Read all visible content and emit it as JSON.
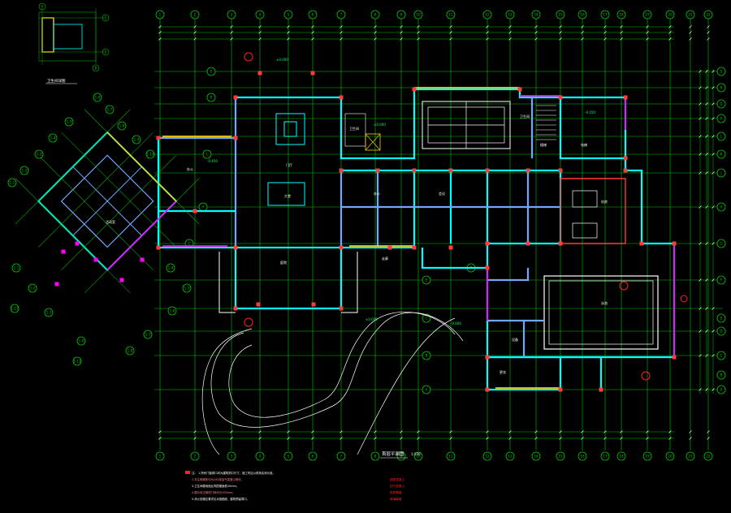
{
  "drawing": {
    "colors": {
      "background": "#000000",
      "grid": "#00c800",
      "wall": "#00ffff",
      "wall_alt": "#6fa8ff",
      "dim": "#ffffff",
      "column": "#ff3b3b",
      "accent": "#ffd000",
      "magenta": "#ff00ff",
      "note_red": "#ff2020"
    },
    "col_axes": [
      "1",
      "2",
      "3",
      "4",
      "5",
      "6",
      "7",
      "8",
      "9",
      "10",
      "11",
      "12",
      "13",
      "14",
      "15",
      "16",
      "17",
      "18",
      "19",
      "20",
      "21",
      "22"
    ],
    "row_axes": [
      "S",
      "R",
      "Q",
      "P",
      "L",
      "K",
      "J",
      "H",
      "G",
      "F",
      "E",
      "D",
      "C",
      "B",
      "A"
    ],
    "diag_axes": [
      "1-1",
      "1-2",
      "1-3",
      "1-4",
      "1-5",
      "1-6",
      "1-7",
      "1-8",
      "1-9",
      "1-10",
      "1-11",
      "1-12"
    ],
    "detail_axes": [
      "A",
      "B",
      "1",
      "2"
    ],
    "title": "首层平面图",
    "scale": "1:100",
    "notes_heading": "注:",
    "notes": [
      "1.所有门窗洞口均为建筑洞口尺寸，施工时应以现场实测为准。",
      "2.未注明墙体均为200厚加气混凝土砌块。",
      "3.卫生间楼地面比同层楼面低20mm。",
      "4.图中未注明的门垛均为100mm。",
      "5.消火栓箱位置详见水施图纸，建筑预留洞口。"
    ],
    "legend": [
      "钢筋混凝土",
      "加气混凝土",
      "轻质隔墙",
      "玻璃幕墙"
    ],
    "detail_caption": "卫生间详图",
    "room_labels": [
      "门厅",
      "大堂",
      "办公",
      "办公",
      "会议",
      "走廊",
      "卫生间",
      "卫生间",
      "楼梯",
      "电梯",
      "机房",
      "庭院",
      "泳池",
      "设备",
      "更衣",
      "活动室"
    ],
    "elevation_labels": [
      "±0.000",
      "-0.450",
      "±0.000",
      "-0.150",
      "±0.000",
      "-0.600"
    ]
  }
}
